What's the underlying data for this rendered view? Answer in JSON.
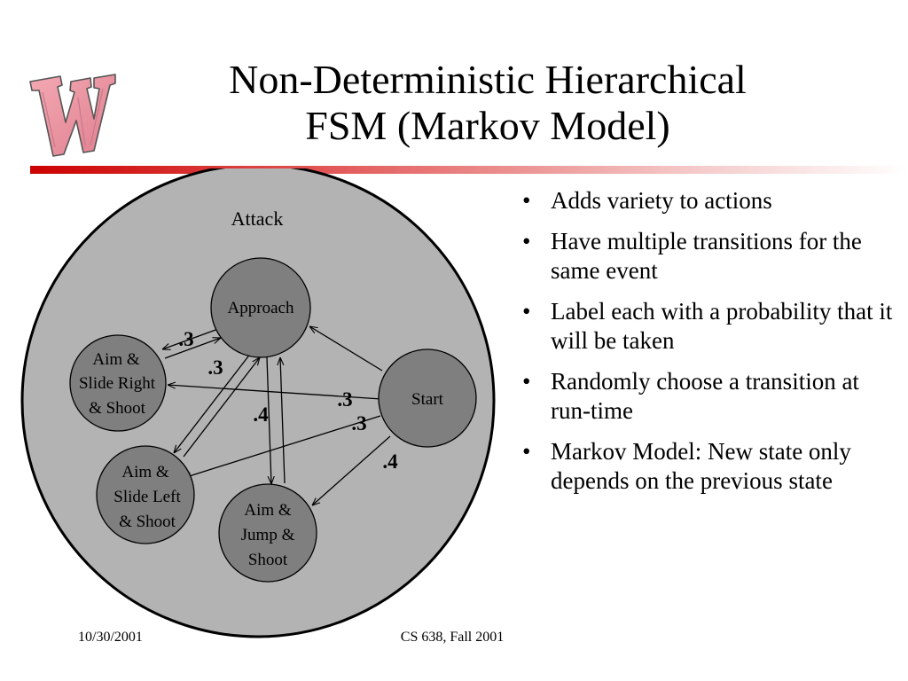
{
  "slide": {
    "title_lines": [
      "Non-Deterministic Hierarchical",
      "FSM (Markov Model)"
    ],
    "bullets": [
      "Adds variety to actions",
      "Have multiple transitions for the same event",
      "Label each with a probability that it will be taken",
      "Randomly choose a transition at run-time",
      "Markov Model: New state only depends on the previous state"
    ],
    "footer_date": "10/30/2001",
    "footer_course": "CS 638, Fall 2001"
  },
  "diagram": {
    "container_label": "Attack",
    "states": {
      "approach": [
        "Approach"
      ],
      "start": [
        "Start"
      ],
      "aim_slide_right": [
        "Aim &",
        "Slide Right",
        "& Shoot"
      ],
      "aim_slide_left": [
        "Aim &",
        "Slide Left",
        "& Shoot"
      ],
      "aim_jump": [
        "Aim &",
        "Jump &",
        "Shoot"
      ]
    },
    "probabilities": {
      "approach_to_right": ".3",
      "approach_to_left": ".3",
      "start_to_right": ".3",
      "start_to_left": ".3",
      "approach_to_jump": ".4",
      "start_to_jump": ".4"
    },
    "colors": {
      "container_fill": "#b3b3b3",
      "state_fill": "#7f7f7f",
      "accent_red": "#cc0000"
    }
  }
}
